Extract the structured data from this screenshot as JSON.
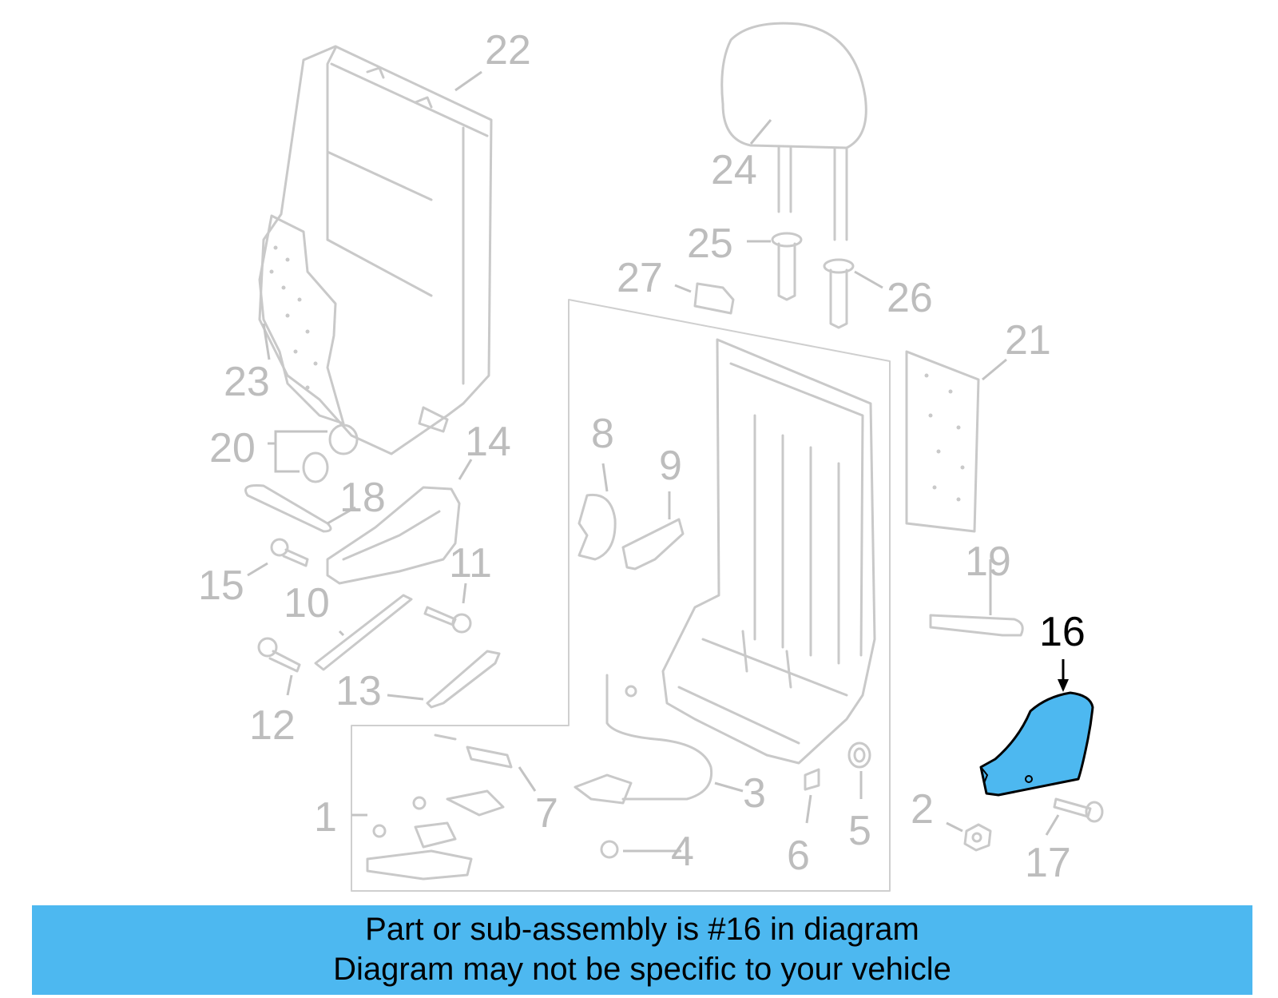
{
  "diagram": {
    "highlighted_part": "16",
    "highlight_color": "#4db8f0",
    "part_color": "#c9c9c9",
    "callouts": [
      "1",
      "2",
      "3",
      "4",
      "5",
      "6",
      "7",
      "8",
      "9",
      "10",
      "11",
      "12",
      "13",
      "14",
      "15",
      "16",
      "17",
      "18",
      "19",
      "20",
      "21",
      "22",
      "23",
      "24",
      "25",
      "26",
      "27"
    ]
  },
  "banner": {
    "line1": "Part or sub-assembly is #16 in diagram",
    "line2": "Diagram may not be specific to your vehicle",
    "background": "#4db8f0"
  }
}
